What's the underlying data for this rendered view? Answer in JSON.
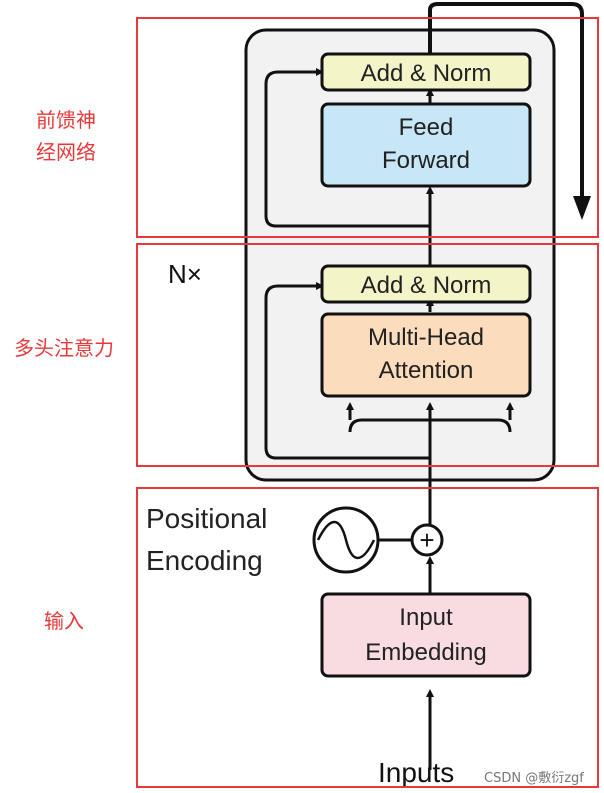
{
  "annotations": {
    "ffn_label_line1": "前馈神",
    "ffn_label_line2": "经网络",
    "mha_label": "多头注意力",
    "input_label": "输入"
  },
  "blocks": {
    "add_norm_top": "Add & Norm",
    "feed_forward_line1": "Feed",
    "feed_forward_line2": "Forward",
    "add_norm_bottom": "Add & Norm",
    "mha_line1": "Multi-Head",
    "mha_line2": "Attention",
    "embedding_line1": "Input",
    "embedding_line2": "Embedding"
  },
  "labels": {
    "nx": "N×",
    "positional_line1": "Positional",
    "positional_line2": "Encoding",
    "inputs": "Inputs",
    "add_symbol": "+"
  },
  "watermark": "CSDN @敷衍zgf",
  "colors": {
    "annotation_red": "#e8393a",
    "add_norm_fill": "#f3f5c8",
    "feed_forward_fill": "#c7e7f7",
    "mha_fill": "#fbdcbd",
    "embedding_fill": "#f8dce1",
    "stack_fill": "#f2f2f2",
    "stroke": "#111111"
  }
}
